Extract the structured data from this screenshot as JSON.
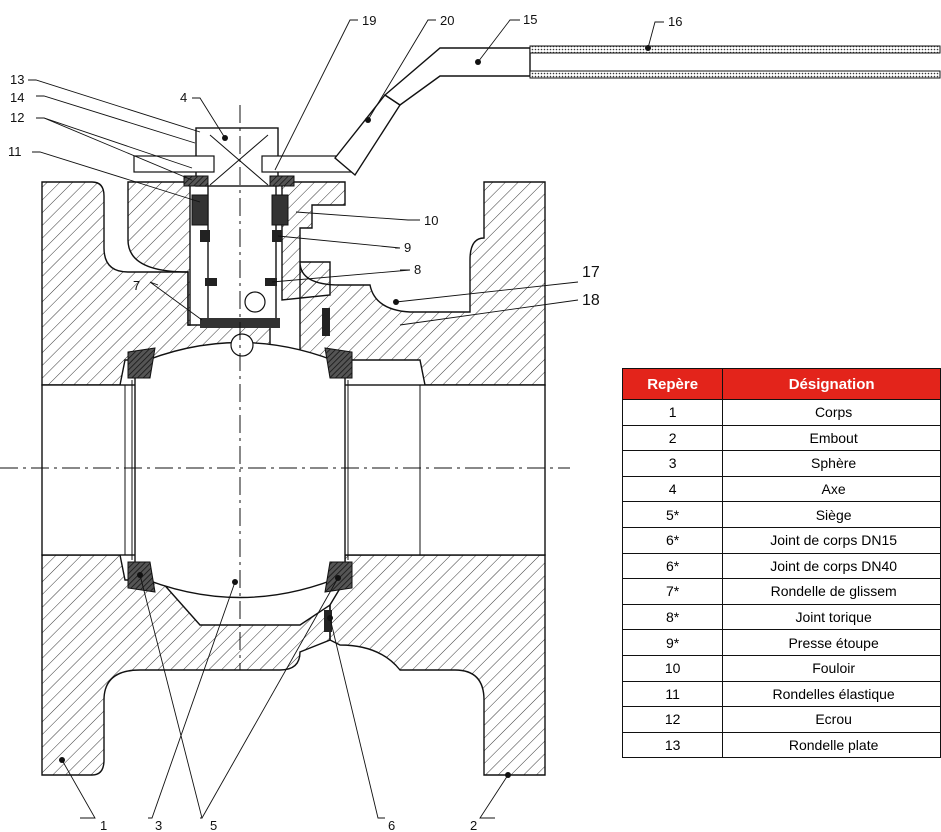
{
  "callouts": {
    "c1": "1",
    "c2": "2",
    "c3": "3",
    "c4": "4",
    "c5": "5",
    "c6": "6",
    "c7": "7",
    "c8": "8",
    "c9": "9",
    "c10": "10",
    "c11": "11",
    "c12": "12",
    "c13": "13",
    "c14": "14",
    "c15": "15",
    "c16": "16",
    "c17": "17",
    "c18": "18",
    "c19": "19",
    "c20": "20"
  },
  "table": {
    "header_ref": "Repère",
    "header_designation": "Désignation",
    "rows": [
      {
        "ref": "1",
        "designation": "Corps"
      },
      {
        "ref": "2",
        "designation": "Embout"
      },
      {
        "ref": "3",
        "designation": "Sphère"
      },
      {
        "ref": "4",
        "designation": "Axe"
      },
      {
        "ref": "5*",
        "designation": "Siège"
      },
      {
        "ref": "6*",
        "designation": "Joint de corps DN15"
      },
      {
        "ref": "6*",
        "designation": "Joint de corps DN40"
      },
      {
        "ref": "7*",
        "designation": "Rondelle de glissem"
      },
      {
        "ref": "8*",
        "designation": "Joint torique"
      },
      {
        "ref": "9*",
        "designation": "Presse étoupe"
      },
      {
        "ref": "10",
        "designation": "Fouloir"
      },
      {
        "ref": "11",
        "designation": "Rondelles élastique"
      },
      {
        "ref": "12",
        "designation": "Ecrou"
      },
      {
        "ref": "13",
        "designation": "Rondelle plate"
      }
    ]
  },
  "colors": {
    "header_bg": "#e3241b",
    "header_text": "#ffffff",
    "line": "#111111"
  }
}
